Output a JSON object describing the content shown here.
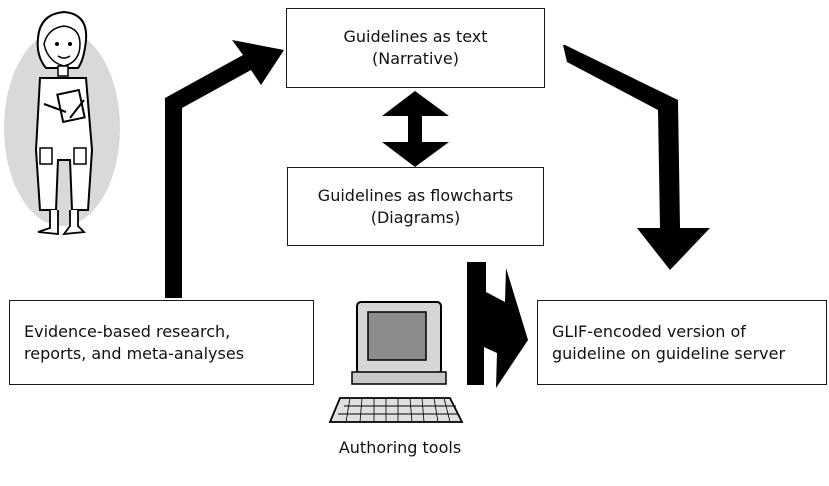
{
  "diagram": {
    "nodes": {
      "guidelines_text": {
        "line1": "Guidelines as text",
        "line2": "(Narrative)"
      },
      "guidelines_flowcharts": {
        "line1": "Guidelines as flowcharts",
        "line2": "(Diagrams)"
      },
      "evidence": {
        "line1": "Evidence-based research,",
        "line2": "reports, and meta-analyses"
      },
      "glif": {
        "line1": "GLIF-encoded version of",
        "line2": "guideline on guideline server"
      }
    },
    "caption": "Authoring tools",
    "icons": [
      "physician-icon",
      "computer-icon"
    ],
    "colors": {
      "arrow": "#000000",
      "border": "#1a1a1a",
      "clipart_bg": "#d9d9d9"
    }
  }
}
